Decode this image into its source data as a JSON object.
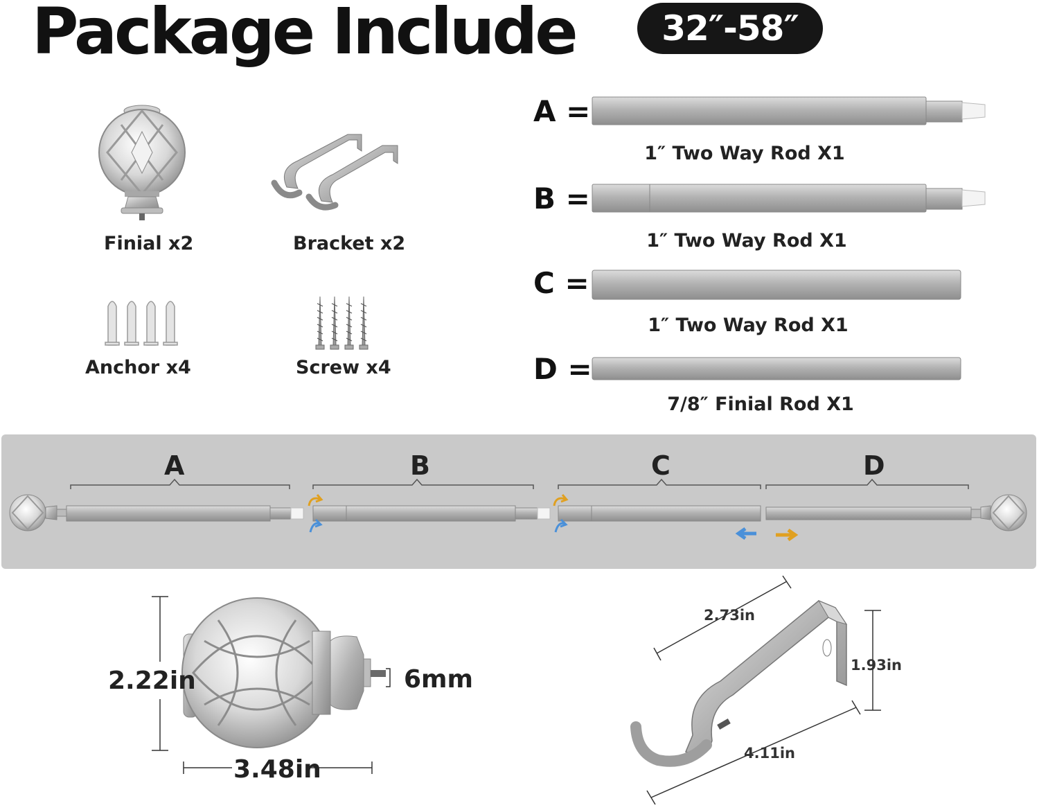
{
  "header": {
    "title": "Package Include",
    "size_badge": "32″-58″"
  },
  "parts": [
    {
      "label": "Finial x2",
      "icon": "finial-icon"
    },
    {
      "label": "Bracket x2",
      "icon": "bracket-icon"
    },
    {
      "label": "Anchor x4",
      "icon": "anchor-icon"
    },
    {
      "label": "Screw x4",
      "icon": "screw-icon"
    }
  ],
  "rods": [
    {
      "letter": "A =",
      "caption": "1″ Two Way Rod X1"
    },
    {
      "letter": "B =",
      "caption": "1″ Two Way Rod X1"
    },
    {
      "letter": "C =",
      "caption": "1″ Two Way Rod X1"
    },
    {
      "letter": "D =",
      "caption": "7/8″ Finial Rod X1"
    }
  ],
  "assembly": {
    "segments": [
      "A",
      "B",
      "C",
      "D"
    ]
  },
  "dimensions": {
    "finial_height": "2.22in",
    "finial_length": "3.48in",
    "finial_screw": "6mm",
    "bracket_top": "2.73in",
    "bracket_height": "1.93in",
    "bracket_length": "4.11in"
  },
  "colors": {
    "metal": "#b8b8b8",
    "panel": "#c9c9c9",
    "arrow_orange": "#e0a020",
    "arrow_blue": "#4a90d9"
  }
}
